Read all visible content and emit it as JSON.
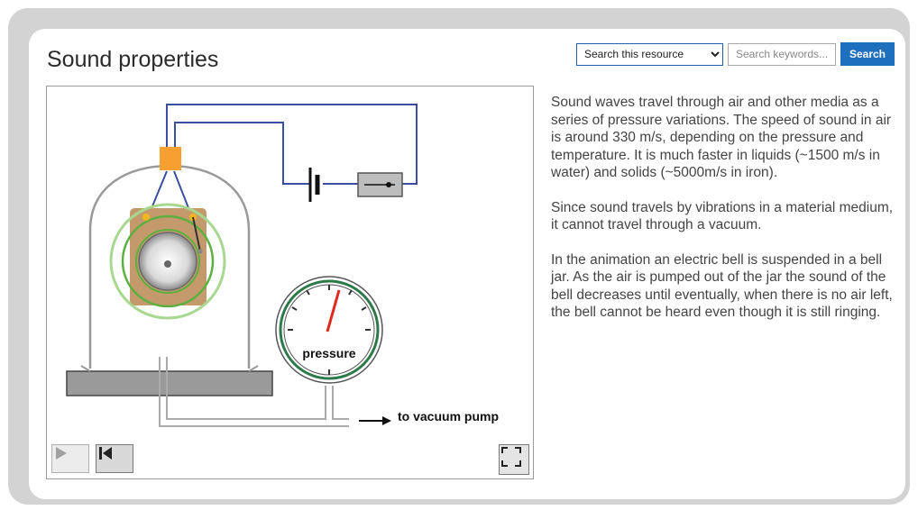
{
  "page": {
    "title": "Sound properties"
  },
  "search": {
    "scope_selected": "Search this resource",
    "scope_options": [
      "Search this resource"
    ],
    "placeholder": "Search keywords...",
    "button_label": "Search"
  },
  "simulation": {
    "pressure_label": "pressure",
    "pump_label": "to vacuum pump",
    "controls": {
      "play_icon": "play-icon",
      "reset_icon": "skip-to-start-icon",
      "fullscreen_icon": "fullscreen-icon"
    },
    "colors": {
      "wire": "#3b4fa0",
      "connector": "#f5a030",
      "bell_base": "#c49a6c",
      "sound_ring": "#a8d890",
      "sound_ring_inner": "#5cb040",
      "needle": "#e0281c",
      "gauge_ring": "#2c7a4a"
    }
  },
  "description": {
    "paragraphs": [
      "Sound waves travel through air and other media as a series of pressure variations. The speed of sound in air is around 330 m/s, depending on the pressure and temperature. It is much faster in liquids (~1500 m/s in water) and solids (~5000m/s in iron).",
      "Since sound travels by vibrations in a material medium, it cannot travel through a vacuum.",
      "In the animation  an electric bell is suspended in a bell jar. As the air is pumped out of the jar the sound of the bell decreases until eventually, when there is no air left, the bell cannot be heard even though it is still ringing."
    ]
  }
}
